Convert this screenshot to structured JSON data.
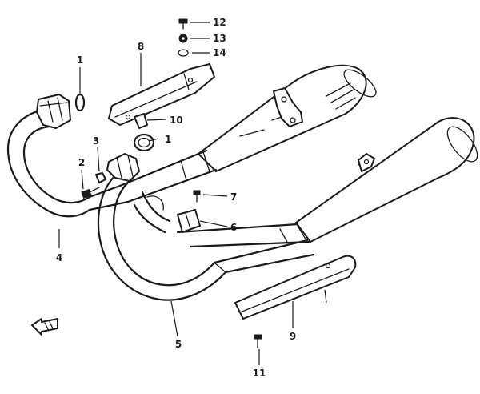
{
  "callouts": {
    "c1a": "1",
    "c1b": "1",
    "c2": "2",
    "c3": "3",
    "c4": "4",
    "c5": "5",
    "c6": "6",
    "c7": "7",
    "c8": "8",
    "c9": "9",
    "c10": "10",
    "c11": "11",
    "c12": "12",
    "c13": "13",
    "c14": "14"
  },
  "icons": {
    "front_arrow": "front-direction-arrow-icon"
  }
}
